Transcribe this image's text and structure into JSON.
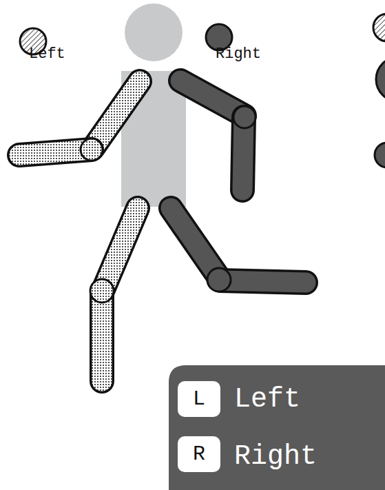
{
  "diagram": {
    "labels": [
      "Left",
      "Right",
      "L",
      "R"
    ],
    "legend": [
      {
        "text": "Left"
      },
      {
        "text": "Right"
      }
    ]
  }
}
